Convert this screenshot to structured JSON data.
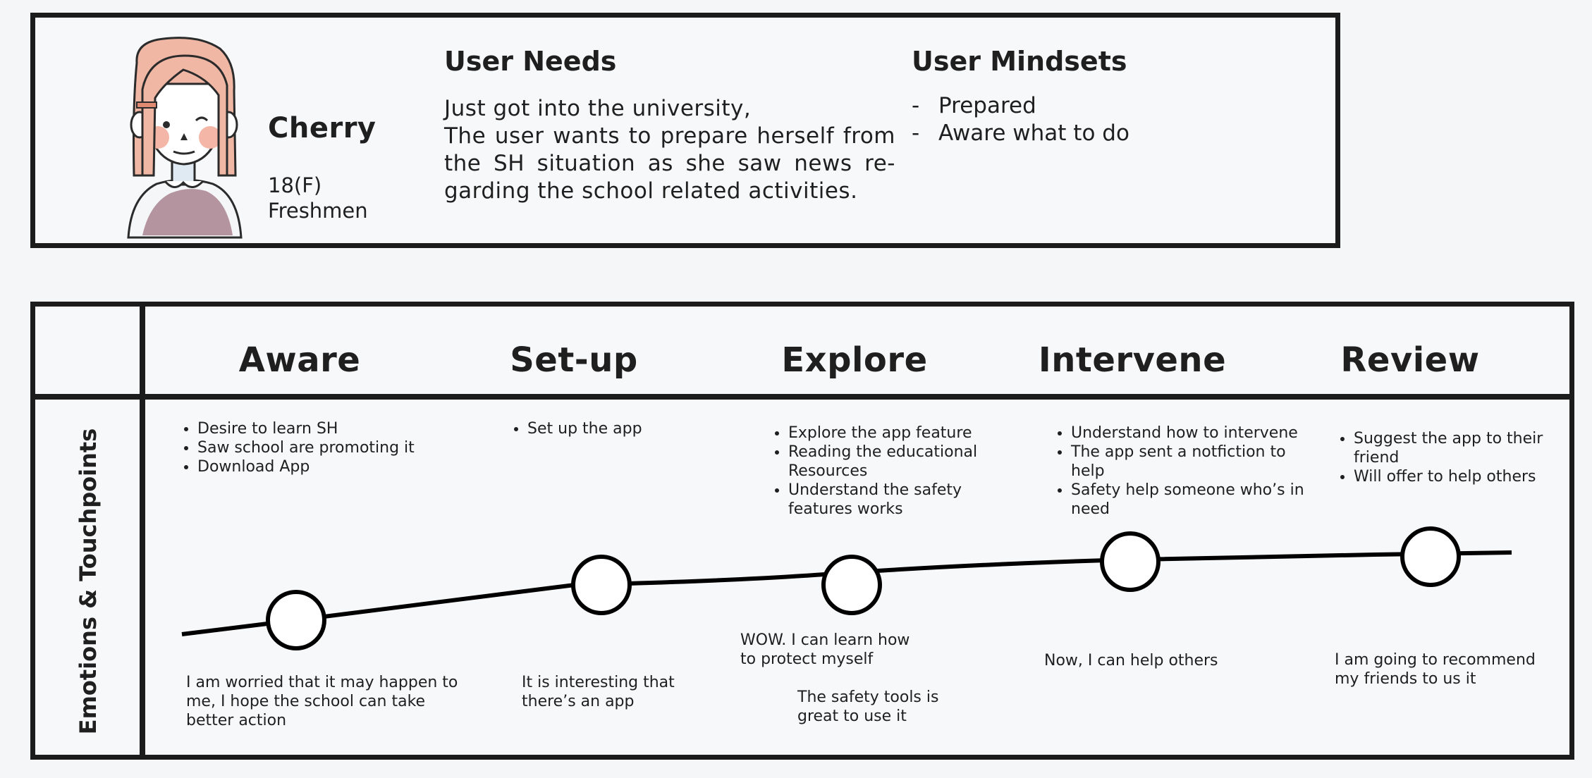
{
  "persona": {
    "name": "Cherry",
    "age": "18(F)",
    "role": "Freshmen",
    "avatar_icon": "girl-avatar-illustration",
    "needs": {
      "title": "User Needs",
      "intro": "Just got into the university,",
      "body": "The user wants to prepare herself from the SH situation as she saw news re-garding the school related activities."
    },
    "mindsets": {
      "title": "User Mindsets",
      "items": [
        "Prepared",
        "Aware what to do"
      ]
    }
  },
  "journey": {
    "row_label": "Emotions & Touchpoints",
    "stages": [
      {
        "title": "Aware",
        "touchpoints": [
          "Desire to learn SH",
          "Saw school are promoting it",
          "Download App"
        ],
        "emotions": [
          "I am worried that it may happen to me, I hope the school can take better action"
        ],
        "level": 1
      },
      {
        "title": "Set-up",
        "touchpoints": [
          "Set up the app"
        ],
        "emotions": [
          "It is interesting that there’s an app"
        ],
        "level": 2
      },
      {
        "title": "Explore",
        "touchpoints": [
          "Explore the app feature",
          "Reading the educational Resources",
          "Understand the safety features works"
        ],
        "emotions": [
          "WOW. I can learn how to protect myself",
          "The safety tools is great to use it"
        ],
        "level": 2
      },
      {
        "title": "Intervene",
        "touchpoints": [
          "Understand how to intervene",
          "The app sent a notfiction to help",
          "Safety help someone who’s in need"
        ],
        "emotions": [
          "Now, I can help others"
        ],
        "level": 3
      },
      {
        "title": "Review",
        "touchpoints": [
          "Suggest the app to their friend",
          "Will offer to help others"
        ],
        "emotions": [
          "I am going to recommend my friends to us it"
        ],
        "level": 3
      }
    ]
  },
  "colors": {
    "border": "#1c1c1c",
    "background": "#f5f6f7",
    "hair": "#f0b7a4",
    "cheek": "#f4b6a6",
    "shirt": "#a8838f"
  }
}
